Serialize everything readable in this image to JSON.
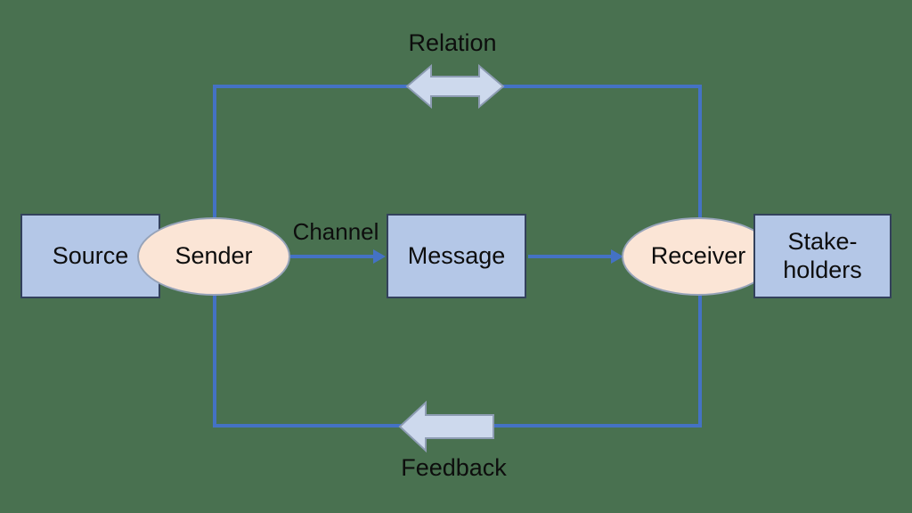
{
  "colors": {
    "background": "#497150",
    "box_fill": "#b4c7e7",
    "box_border": "#33415c",
    "ellipse_fill": "#fbe5d6",
    "ellipse_border": "#96a3b9",
    "connector": "#4472c4",
    "block_arrow_fill": "#cdd9ed",
    "block_arrow_border": "#8d9cb3",
    "text": "#0d0d0d"
  },
  "nodes": {
    "source": {
      "label": "Source"
    },
    "sender": {
      "label": "Sender"
    },
    "message": {
      "label": "Message"
    },
    "receiver": {
      "label": "Receiver"
    },
    "stakeholders": {
      "label_line1": "Stake-",
      "label_line2": "holders"
    }
  },
  "labels": {
    "relation": "Relation",
    "channel": "Channel",
    "feedback": "Feedback"
  }
}
